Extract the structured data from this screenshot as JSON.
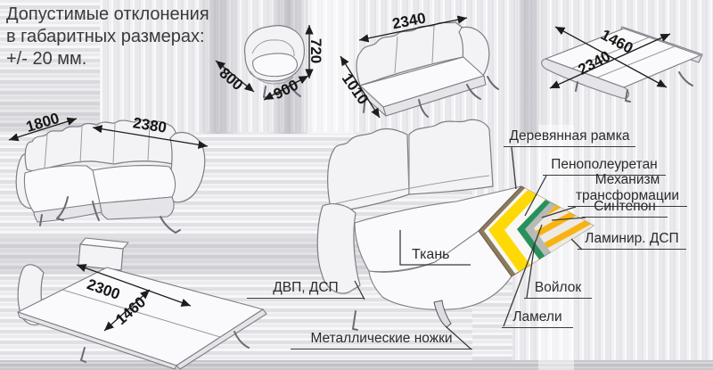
{
  "note": [
    "Допустимые отклонения",
    "в габаритных размерах:",
    "+/- 20 мм."
  ],
  "dims": {
    "corner_sofa_width": "1800",
    "corner_sofa_length": "2380",
    "corner_bed_length": "2300",
    "corner_bed_width": "1460",
    "armchair_depth": "800",
    "armchair_width": "900",
    "armchair_height": "720",
    "sofa_length": "2340",
    "sofa_depth": "1010",
    "folded_bed_width": "1460",
    "folded_bed_length": "2340"
  },
  "labels": {
    "wooden_frame": "Деревянная рамка",
    "polyurethane_foam": "Пенополеуретан",
    "mechanism_line1": "Механизм",
    "mechanism_line2": "трансформации",
    "sintepon": "Синтепон",
    "laminated_chipboard": "Ламинир. ДСП",
    "fabric": "Ткань",
    "fiberboard": "ДВП, ДСП",
    "felt": "Войлок",
    "lamellae": "Ламели",
    "metal_legs": "Металлические ножки"
  },
  "colors": {
    "frame_brown": "#8c7a5e",
    "foam_yellow": "#ffd905",
    "mechanism_green": "#28905c",
    "lamellae_orange": "#f8b313",
    "sintepon_white": "#f7f7f3"
  }
}
